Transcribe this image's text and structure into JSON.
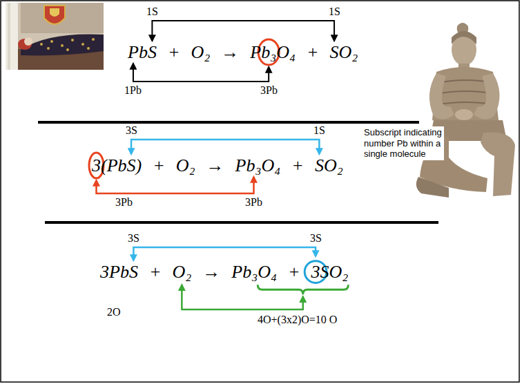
{
  "diagram": {
    "labels": [
      "1S",
      "1S",
      "PbS",
      "+",
      "O₂",
      "→",
      "Pb₃O₄",
      "+",
      "SO₂",
      "1Pb",
      "3Pb",
      "3S",
      "1S",
      "3(PbS)",
      "+",
      "O₂",
      "→",
      "Pb₃O₄",
      "+",
      "SO₂",
      "Subscript indicating number Pb within a single molecule",
      "3Pb",
      "3Pb",
      "3S",
      "3S",
      "3PbS",
      "+",
      "O₂",
      "→",
      "Pb₃O₄",
      "+",
      "3SO₂",
      "2O",
      "4O+(3x2)O=10 O"
    ]
  }
}
